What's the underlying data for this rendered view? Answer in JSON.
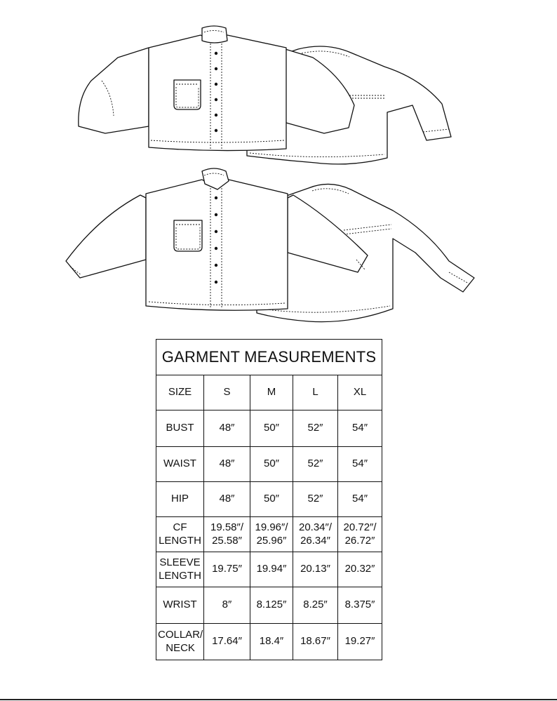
{
  "table": {
    "title": "GARMENT MEASUREMENTS",
    "header": {
      "label": "SIZE",
      "sizes": [
        "S",
        "M",
        "L",
        "XL"
      ]
    },
    "rows": [
      {
        "label": "BUST",
        "values": [
          "48″",
          "50″",
          "52″",
          "54″"
        ]
      },
      {
        "label": "WAIST",
        "values": [
          "48″",
          "50″",
          "52″",
          "54″"
        ]
      },
      {
        "label": "HIP",
        "values": [
          "48″",
          "50″",
          "52″",
          "54″"
        ]
      },
      {
        "label": "CF\nLENGTH",
        "values": [
          "19.58″/\n25.58″",
          "19.96″/\n25.96″",
          "20.34″/\n26.34″",
          "20.72″/\n26.72″"
        ]
      },
      {
        "label": "SLEEVE\nLENGTH",
        "values": [
          "19.75″",
          "19.94″",
          "20.13″",
          "20.32″"
        ]
      },
      {
        "label": "WRIST",
        "values": [
          "8″",
          "8.125″",
          "8.25″",
          "8.375″"
        ]
      },
      {
        "label": "COLLAR/\nNECK",
        "values": [
          "17.64″",
          "18.4″",
          "18.67″",
          "19.27″"
        ]
      }
    ]
  }
}
